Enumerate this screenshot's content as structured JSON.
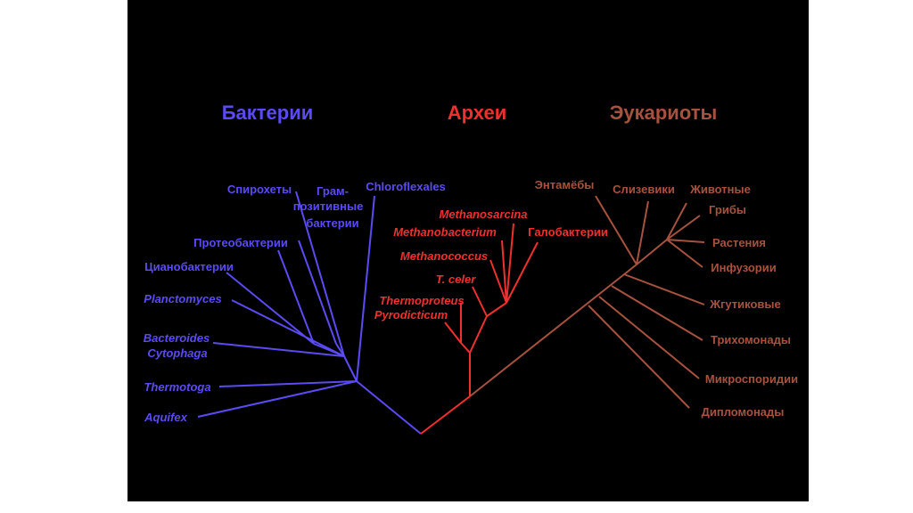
{
  "colors": {
    "bacteria": "#5a4bf2",
    "archaea": "#f0302e",
    "eukaryotes": "#a7523f",
    "background": "#000000"
  },
  "domains": {
    "bacteria": "Бактерии",
    "archaea": "Археи",
    "eukaryotes": "Эукариоты"
  },
  "bacteria": {
    "spirochetes": "Спирохеты",
    "gram_line1": "Грам-",
    "gram_line2": "позитивные",
    "gram_line3": "бактерии",
    "chloroflexales": "Chloroflexales",
    "proteobacteria": "Протеобактерии",
    "cyanobacteria": "Цианобактерии",
    "planctomyces": "Planctomyces",
    "bacteroides": "Bacteroides",
    "cytophaga": "Cytophaga",
    "thermotoga": "Thermotoga",
    "aquifex": "Aquifex"
  },
  "archaea": {
    "methanosarcina": "Methanosarcina",
    "methanobacterium": "Methanobacterium",
    "halobacteria": "Галобактерии",
    "methanococcus": "Methanococcus",
    "t_celer": "T. celer",
    "thermoproteus": "Thermoproteus",
    "pyrodicticum": "Pyrodicticum"
  },
  "eukaryotes": {
    "entamoebae": "Энтамёбы",
    "slime_molds": "Слизевики",
    "animals": "Животные",
    "fungi": "Грибы",
    "plants": "Растения",
    "ciliates": "Инфузории",
    "flagellates": "Жгутиковые",
    "trichomonads": "Трихомонады",
    "microsporidia": "Микроспоридии",
    "diplomonads": "Дипломонады"
  }
}
